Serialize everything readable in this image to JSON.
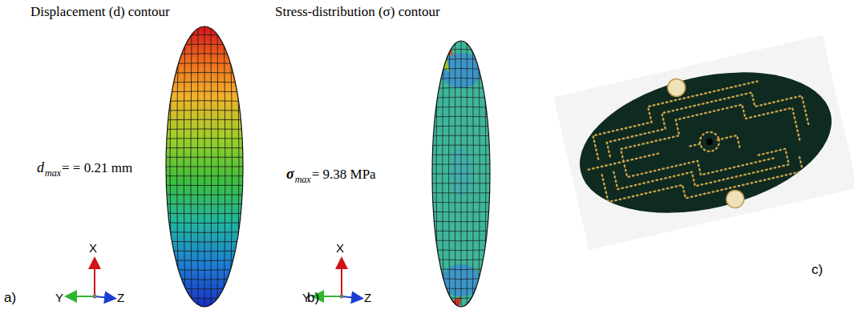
{
  "diagram": {
    "labels": [
      "Displacement (d) contour",
      "Stress-distribution (σ) contour",
      "d",
      "max",
      "= = 0.21 mm",
      "σ",
      "max",
      "= 9.38 MPa",
      "X",
      "Y",
      "Z",
      "X",
      "Y",
      "Z",
      "a)",
      "b)",
      "c)"
    ]
  }
}
